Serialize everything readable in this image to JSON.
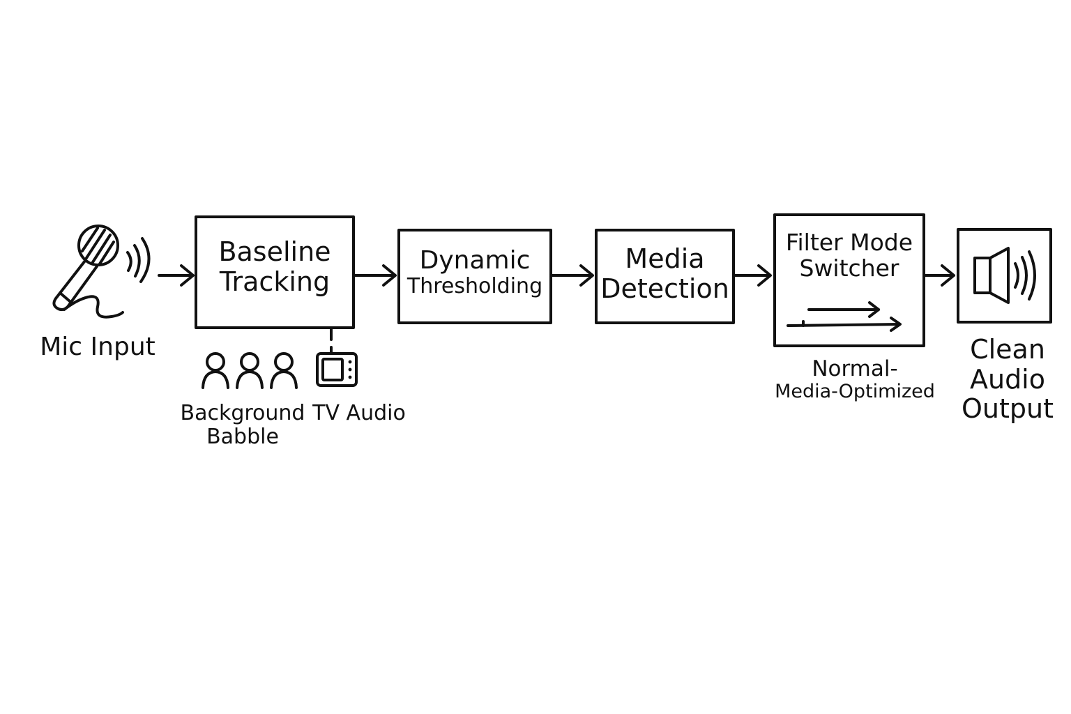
{
  "nodes": {
    "mic": {
      "label": "Mic Input",
      "icon": "microphone-icon"
    },
    "baseline": {
      "line1": "Baseline",
      "line2": "Tracking"
    },
    "dynamic": {
      "line1": "Dynamic",
      "line2": "Thresholding"
    },
    "media": {
      "line1": "Media",
      "line2": "Detection"
    },
    "switcher": {
      "line1": "Filter Mode",
      "line2": "Switcher"
    },
    "output": {
      "line1": "Clean",
      "line2": "Audio",
      "line3": "Output",
      "icon": "speaker-icon"
    }
  },
  "inputs": {
    "babble": {
      "line1": "Background",
      "line2": "Babble",
      "icon": "people-icon"
    },
    "tv": {
      "label": "TV Audio",
      "icon": "tv-icon"
    }
  },
  "switcher_modes": {
    "line1": "Normal-",
    "line2": "Media-Optimized"
  },
  "colors": {
    "ink": "#111111",
    "background": "#ffffff"
  }
}
